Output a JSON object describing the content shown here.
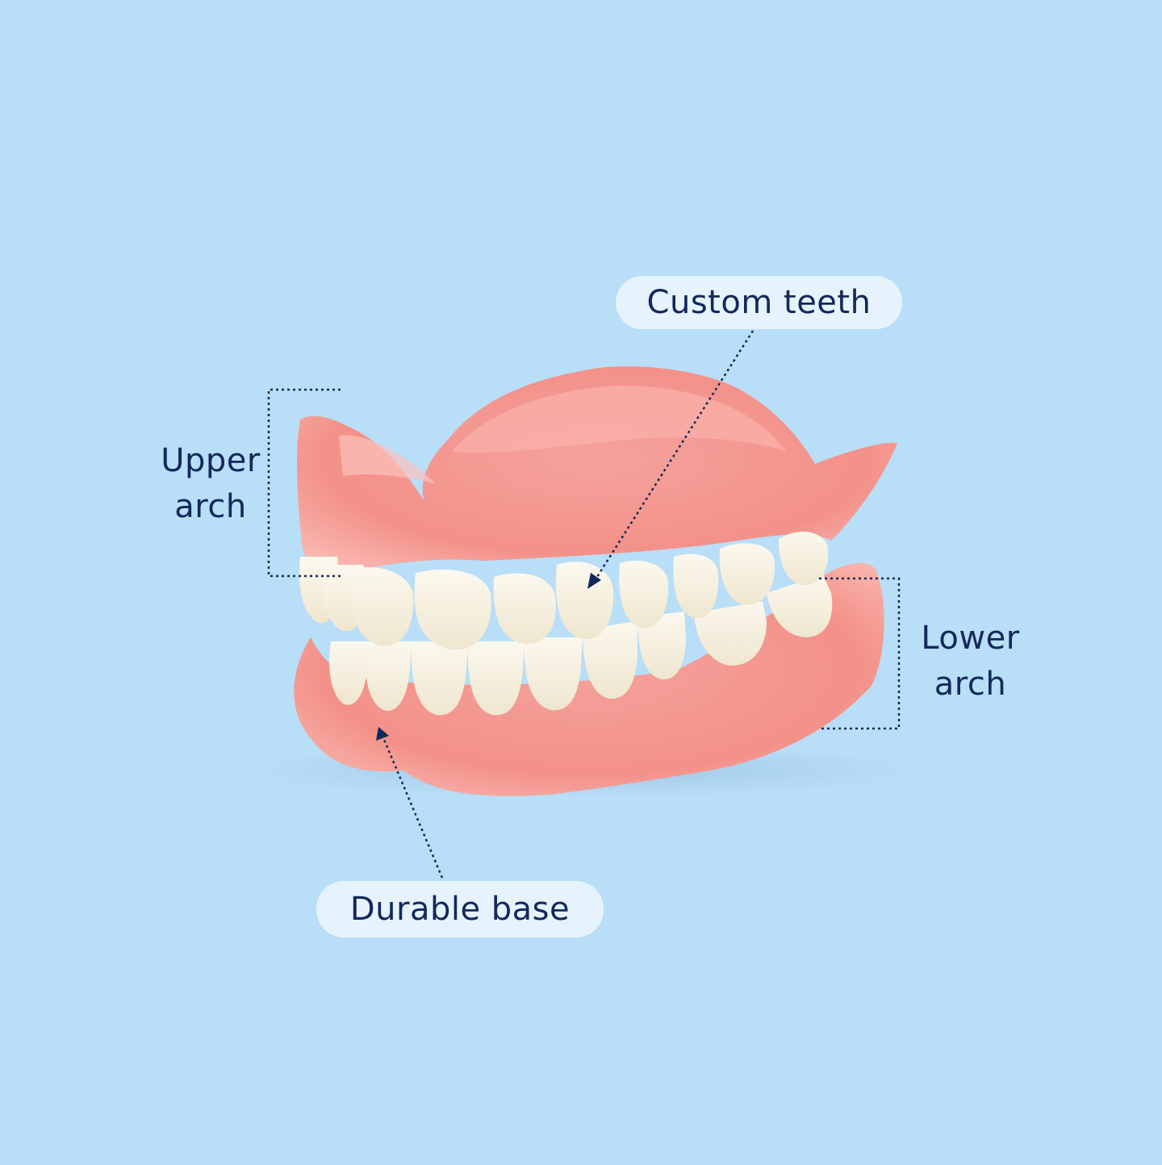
{
  "labels": {
    "custom_teeth": "Custom teeth",
    "durable_base": "Durable base",
    "upper_arch": [
      "Upper",
      "arch"
    ],
    "lower_arch": [
      "Lower",
      "arch"
    ]
  },
  "colors": {
    "background": "#b9def7",
    "pill": "#e6f3fd",
    "text": "#13285a",
    "gum": "#f59b95",
    "teeth": "#f7f1df"
  }
}
